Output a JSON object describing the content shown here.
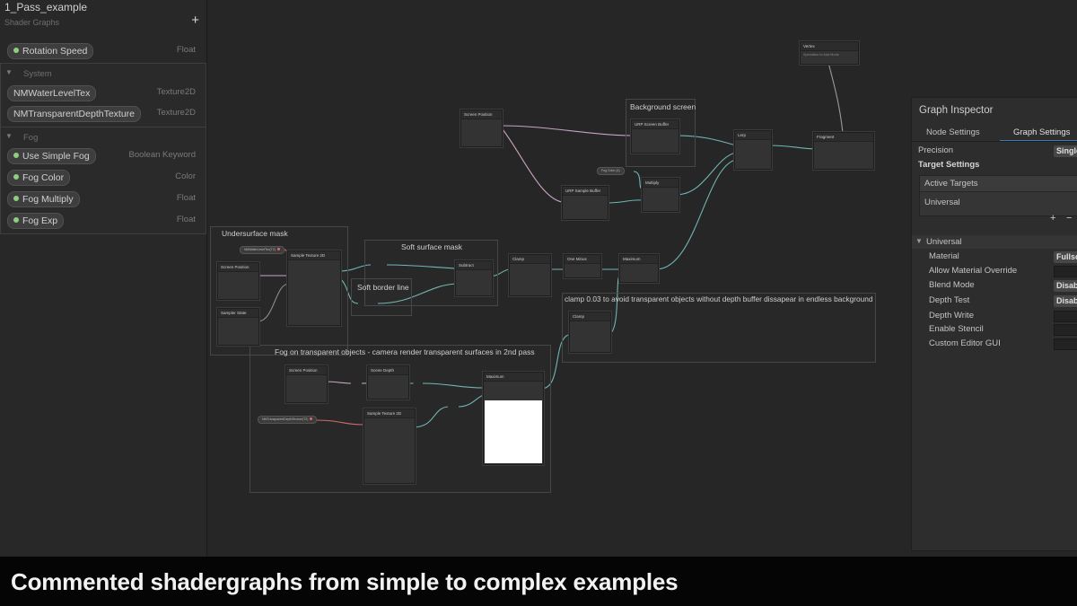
{
  "blackboard": {
    "title": "1_Pass_example",
    "subtitle": "Shader Graphs",
    "add_symbol": "+",
    "top_property": {
      "name": "Rotation Speed",
      "type": "Float"
    },
    "sections": [
      {
        "name": "System",
        "properties": [
          {
            "name": "NMWaterLevelTex",
            "type": "Texture2D"
          },
          {
            "name": "NMTransparentDepthTexture",
            "type": "Texture2D"
          }
        ]
      },
      {
        "name": "Fog",
        "properties": [
          {
            "name": "Use Simple Fog",
            "type": "Boolean Keyword"
          },
          {
            "name": "Fog Color",
            "type": "Color"
          },
          {
            "name": "Fog Multiply",
            "type": "Float"
          },
          {
            "name": "Fog Exp",
            "type": "Float"
          }
        ]
      }
    ]
  },
  "graph": {
    "groups": {
      "undersurface": "Undersurface mask",
      "soft_surface": "Soft surface mask",
      "soft_border": "Soft border line",
      "background": "Background screen",
      "clamp": "clamp 0.03 to avoid transparent objects without depth buffer dissapear in endless background",
      "fog": "Fog on transparent objects - camera render transparent surfaces in 2nd pass"
    },
    "nodes": {
      "vertex": "Vertex",
      "vertex_sub": "Specialise to Add Mode",
      "fragment": "Fragment",
      "lerp": "Lerp",
      "screen_position_1": "Screen Position",
      "scene_color": "URP Screen Buffer",
      "urp_sample": "URP Sample Buffer",
      "multiply": "Multiply",
      "sample_tex_1": "Sample Texture 2D",
      "screen_position_2": "Screen Position",
      "sampler_state": "Sampler State",
      "subtract": "Subtract",
      "clamp_1": "Clamp",
      "one_minus": "One Minus",
      "maximum_1": "Maximum",
      "clamp_2": "Clamp",
      "screen_position_3": "Screen Position",
      "scene_depth": "Scene Depth",
      "sample_tex_2": "Sample Texture 2D",
      "maximum_2": "Maximum"
    },
    "props": {
      "water_level": "NMWaterLevelTex(T2)",
      "fog_color": "Fog Color (4)",
      "transparent_depth": "NMTransparentDepthTexture(T2)"
    }
  },
  "inspector": {
    "title": "Graph Inspector",
    "tabs": [
      "Node Settings",
      "Graph Settings"
    ],
    "active_tab": 1,
    "precision_label": "Precision",
    "precision_value": "Single",
    "target_settings": "Target Settings",
    "active_targets": "Active Targets",
    "target_item": "Universal",
    "add_btn": "+",
    "remove_btn": "−",
    "universal_section": "Universal",
    "settings": [
      {
        "label": "Material",
        "value": "Fullscreen"
      },
      {
        "label": "Allow Material Override",
        "value": null
      },
      {
        "label": "Blend Mode",
        "value": "Disabled"
      },
      {
        "label": "Depth Test",
        "value": "Disabled"
      },
      {
        "label": "Depth Write",
        "value": null
      },
      {
        "label": "Enable Stencil",
        "value": null
      },
      {
        "label": "Custom Editor GUI",
        "value": null
      }
    ]
  },
  "caption": "Commented shadergraphs from simple to complex examples",
  "colors": {
    "accent": "#3a79bb",
    "wire_teal": "#6fb6b4",
    "wire_pink": "#c7a3c2",
    "wire_red": "#d06a6a"
  }
}
